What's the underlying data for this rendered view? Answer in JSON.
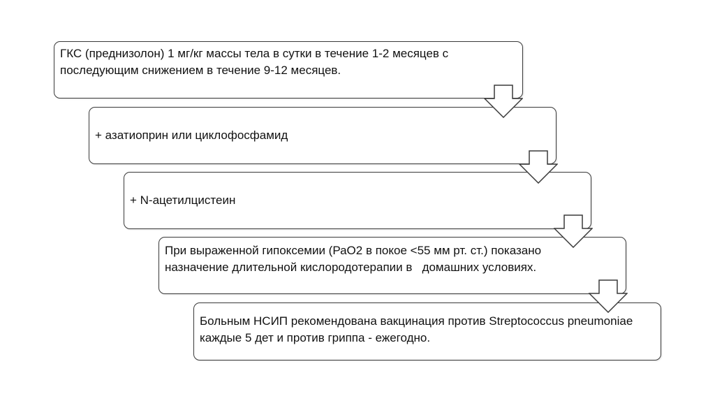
{
  "steps": [
    {
      "text": "ГКС (преднизолон) 1 мг/кг массы тела в сутки в течение 1-2 месяцев с\nпоследующим снижением в течение 9-12 месяцев."
    },
    {
      "text": "+ азатиоприн или циклофосфамид"
    },
    {
      "text": "+ N-ацетилцистеин"
    },
    {
      "text": "При выраженной гипоксемии (РаО2 в покое <55 мм рт. ст.) показано\nназначение длительной кислородотерапии в   домашних условиях."
    },
    {
      "text": "Больным НСИП рекомендована вакцинация против Streptococcus pneumoniae\nкаждые 5 дет и против гриппа - ежегодно."
    }
  ],
  "icons": {
    "connector": "down-arrow-icon"
  },
  "colors": {
    "border": "#3a3a3a",
    "text": "#111111",
    "background": "#ffffff"
  }
}
